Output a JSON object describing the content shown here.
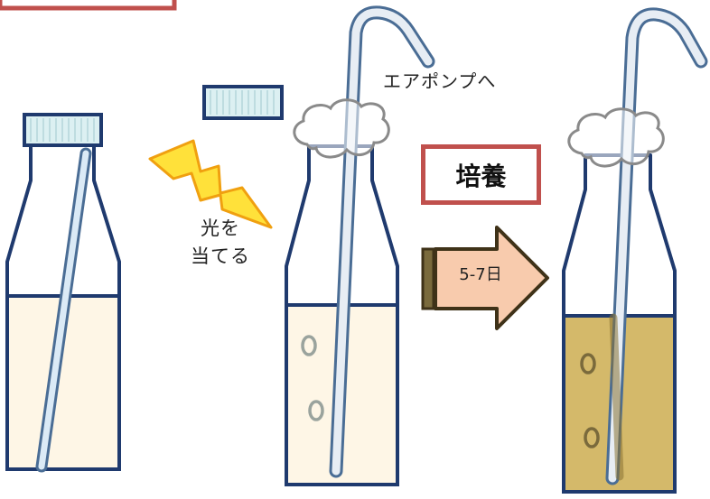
{
  "labels": {
    "air_pump": "エアポンプへ",
    "light_line1": "光を",
    "light_line2": "当てる",
    "culture": "培養",
    "days": "5-7日"
  },
  "colors": {
    "bottle_outline": "#1f3a6e",
    "cap_fill": "#dcf0f2",
    "liquid_initial": "#fef6e6",
    "liquid_cultured": "#d4b96a",
    "tube": "#e7edf4",
    "lightning": "#ffe13a",
    "arrow_fill": "#f8cbad",
    "arrow_stroke": "#3f3218",
    "culture_border": "#c0504d",
    "cotton": "#8a8a8a"
  },
  "icons": [
    "bottle",
    "cap",
    "lightning-icon",
    "cotton-plug",
    "air-tube",
    "arrow-right-icon",
    "bubble"
  ]
}
